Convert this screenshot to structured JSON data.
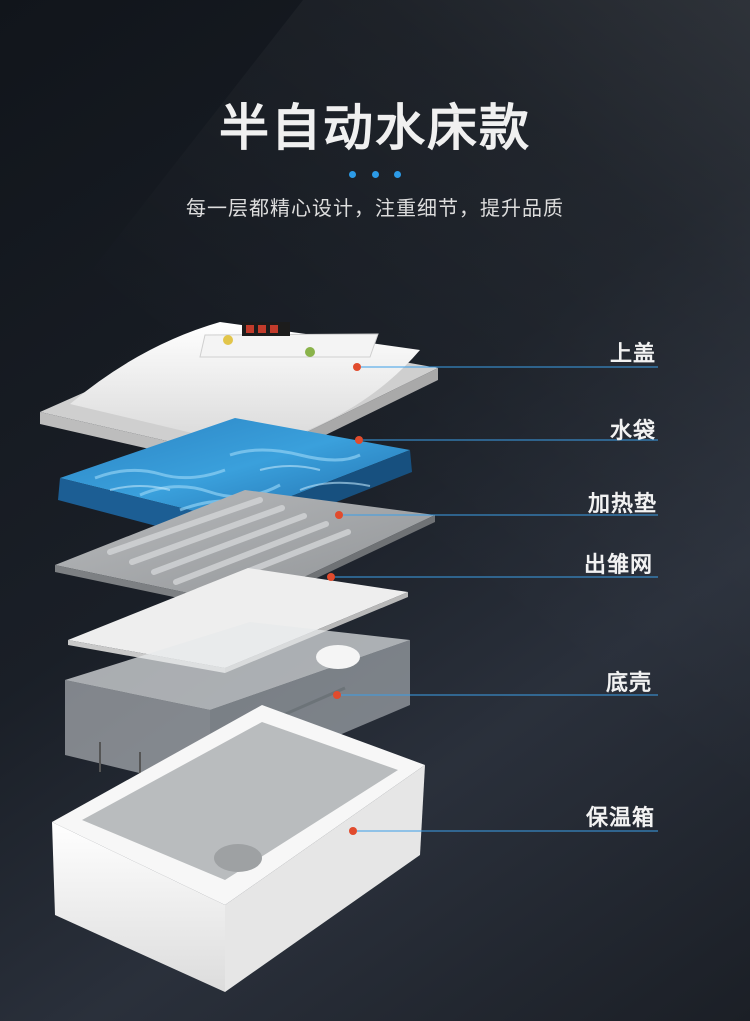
{
  "header": {
    "title": "半自动水床款",
    "subtitle": "每一层都精心设计，注重细节，提升品质"
  },
  "layers": [
    {
      "label": "上盖"
    },
    {
      "label": "水袋"
    },
    {
      "label": "加热垫"
    },
    {
      "label": "出雏网"
    },
    {
      "label": "底壳"
    },
    {
      "label": "保温箱"
    }
  ],
  "colors": {
    "background": "#1b1f26",
    "accent_dot": "#2c9be7",
    "marker": "#e14b2d",
    "leader_line": "#3b9fe8"
  }
}
